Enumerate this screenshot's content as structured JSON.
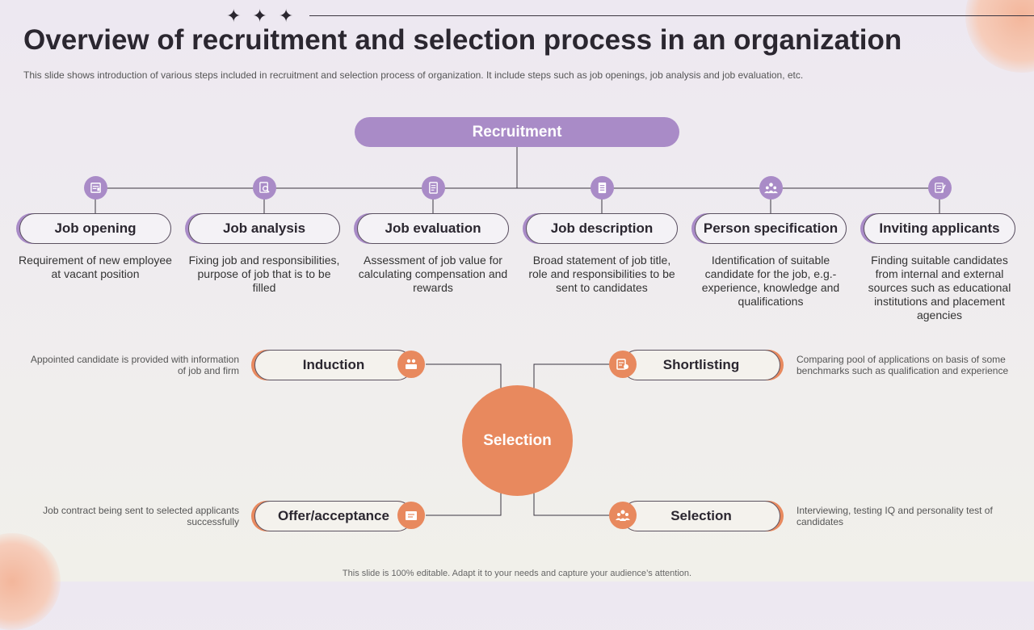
{
  "title": "Overview of recruitment and selection process in an organization",
  "subtitle": "This slide shows introduction of various steps included in recruitment and selection process of organization. It include steps such as job openings, job analysis and job evaluation, etc.",
  "recruitment": {
    "label": "Recruitment",
    "steps": [
      {
        "title": "Job opening",
        "desc": "Requirement of new employee at vacant position",
        "icon": "document-icon"
      },
      {
        "title": "Job analysis",
        "desc": "Fixing job and responsibilities, purpose of job that is to be filled",
        "icon": "magnifier-document-icon"
      },
      {
        "title": "Job evaluation",
        "desc": "Assessment of job value for calculating compensation and rewards",
        "icon": "checklist-icon"
      },
      {
        "title": "Job description",
        "desc": "Broad statement of job title, role and responsibilities to be sent to candidates",
        "icon": "list-document-icon"
      },
      {
        "title": "Person specification",
        "desc": "Identification of suitable candidate for the job, e.g.- experience, knowledge and qualifications",
        "icon": "people-icon"
      },
      {
        "title": "Inviting applicants",
        "desc": "Finding suitable candidates from internal and external sources such as educational institutions and placement agencies",
        "icon": "application-icon"
      }
    ]
  },
  "selection": {
    "label": "Selection",
    "induction": {
      "title": "Induction",
      "desc": "Appointed candidate is provided with information of job and firm",
      "icon": "handshake-icon"
    },
    "offer": {
      "title": "Offer/acceptance",
      "desc": "Job contract being sent to selected applicants successfully",
      "icon": "contract-icon"
    },
    "shortlisting": {
      "title": "Shortlisting",
      "desc": "Comparing pool of applications on basis of some benchmarks such as qualification and experience",
      "icon": "shortlist-icon"
    },
    "selection": {
      "title": "Selection",
      "desc": "Interviewing, testing IQ and personality test of candidates",
      "icon": "group-icon"
    }
  },
  "footer": "This slide is 100% editable. Adapt it to your needs and capture your audience’s attention.",
  "colors": {
    "purple": "#a98bc7",
    "orange": "#e8895e",
    "text": "#2b2730"
  }
}
